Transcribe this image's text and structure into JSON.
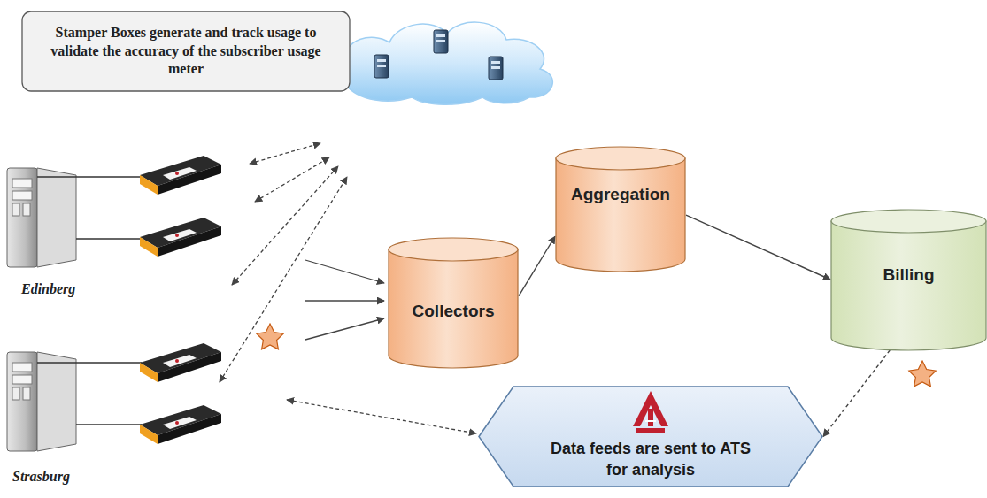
{
  "diagram": {
    "nodes": [
      {
        "text": [
          "Stamper Boxes generate and track usage to validate the accuracy of the subscriber usage meter"
        ]
      },
      {
        "text": [
          "Collectors"
        ]
      },
      {
        "text": [
          "Aggregation"
        ]
      },
      {
        "text": [
          "Billing"
        ]
      },
      {
        "text": [
          "Data feeds are sent to ATS for analysis"
        ]
      }
    ],
    "edges": [
      {
        "from": 1,
        "to": 2,
        "arrow": "to"
      },
      {
        "from": 2,
        "to": 3,
        "arrow": "to"
      },
      {
        "from": 3,
        "to": 4,
        "arrow": "to"
      }
    ],
    "labels": [
      "Edinberg",
      "Strasburg"
    ]
  }
}
